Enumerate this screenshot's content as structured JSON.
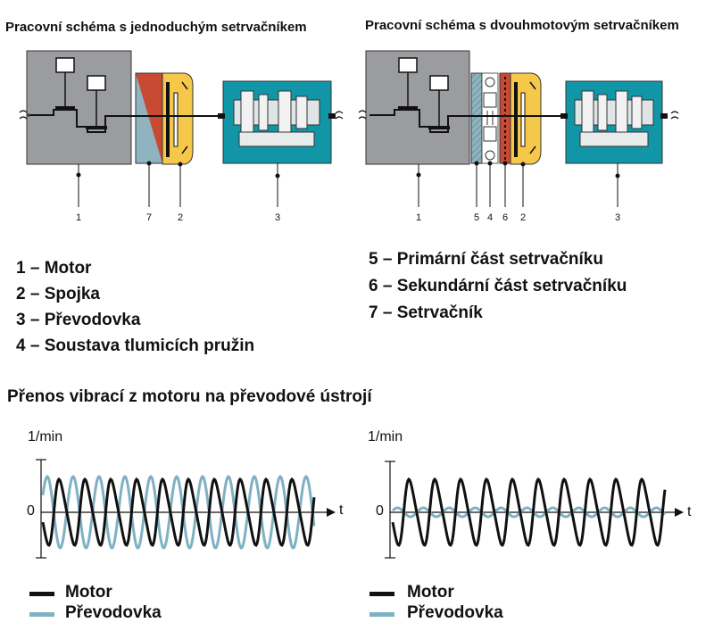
{
  "schemas": {
    "single": {
      "title": "Pracovní schéma s jednoduchým setrvačníkem",
      "labels": [
        "1",
        "7",
        "2",
        "3"
      ]
    },
    "dual": {
      "title": "Pracovní schéma s dvouhmotovým setrvačníkem",
      "labels": [
        "1",
        "5",
        "4",
        "6",
        "2",
        "3"
      ]
    }
  },
  "legend": {
    "left": [
      "1 – Motor",
      "2 – Spojka",
      "3 – Převodovka",
      "4 – Soustava tlumicích pružin"
    ],
    "right": [
      "5 – Primární část setrvačníku",
      "6 – Sekundární část setrvačníku",
      "7 – Setrvačník"
    ]
  },
  "colors": {
    "engine": "#9a9c9f",
    "gearbox": "#1196a7",
    "clutch": "#f5c84a",
    "flywheel_primary": "#8fb4bf",
    "flywheel_secondary": "#c94a33",
    "motor_curve": "#111111",
    "gearbox_curve": "#7fb1c4"
  },
  "graphs": {
    "title": "Přenos vibrací z motoru na převodové ústrojí",
    "y_label": "1/min",
    "zero_label": "0",
    "x_label": "t",
    "legend_motor": "Motor",
    "legend_gearbox": "Převodovka"
  }
}
